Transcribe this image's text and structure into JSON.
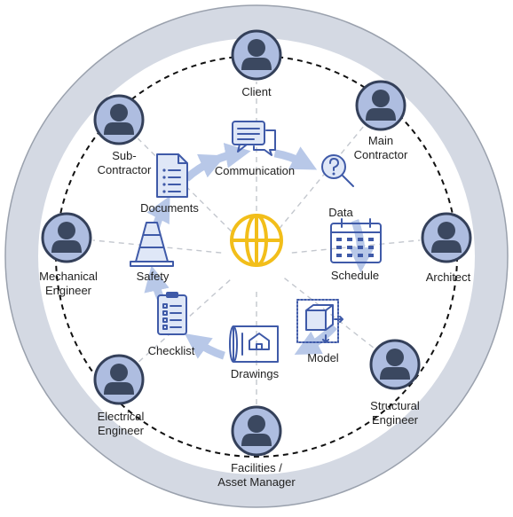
{
  "colors": {
    "outer_ring": "#d4d9e3",
    "outer_ring_stroke": "#9aa1ad",
    "inner_disc": "#ffffff",
    "dashed_circle": "#111111",
    "avatar_fill": "#aebde0",
    "avatar_shape": "#3b4860",
    "icon_blue": "#3f5aa8",
    "flow_arrow": "#b8c8e8",
    "center_globe": "#f2be1a"
  },
  "stakeholders": [
    {
      "id": "client",
      "lines": [
        "Client"
      ],
      "icon": "person-icon"
    },
    {
      "id": "main-contractor",
      "lines": [
        "Main",
        "Contractor"
      ],
      "icon": "person-icon"
    },
    {
      "id": "architect",
      "lines": [
        "Architect"
      ],
      "icon": "person-icon"
    },
    {
      "id": "structural-engineer",
      "lines": [
        "Structural",
        "Engineer"
      ],
      "icon": "person-icon"
    },
    {
      "id": "facilities-asset-manager",
      "lines": [
        "Facilities /",
        "Asset Manager"
      ],
      "icon": "person-icon"
    },
    {
      "id": "electrical-engineer",
      "lines": [
        "Electrical",
        "Engineer"
      ],
      "icon": "person-icon"
    },
    {
      "id": "mechanical-engineer",
      "lines": [
        "Mechanical",
        "Engineer"
      ],
      "icon": "person-icon"
    },
    {
      "id": "sub-contractor",
      "lines": [
        "Sub-",
        "Contractor"
      ],
      "icon": "person-icon"
    }
  ],
  "information_items": [
    {
      "id": "communication",
      "label": "Communication",
      "icon": "speech-bubbles-icon"
    },
    {
      "id": "data",
      "label": "Data",
      "icon": "magnifier-question-icon"
    },
    {
      "id": "schedule",
      "label": "Schedule",
      "icon": "calendar-icon"
    },
    {
      "id": "model",
      "label": "Model",
      "icon": "3d-model-icon"
    },
    {
      "id": "drawings",
      "label": "Drawings",
      "icon": "blueprint-icon"
    },
    {
      "id": "checklist",
      "label": "Checklist",
      "icon": "clipboard-icon"
    },
    {
      "id": "safety",
      "label": "Safety",
      "icon": "traffic-cone-icon"
    },
    {
      "id": "documents",
      "label": "Documents",
      "icon": "document-icon"
    }
  ],
  "center": {
    "icon": "globe-icon"
  }
}
